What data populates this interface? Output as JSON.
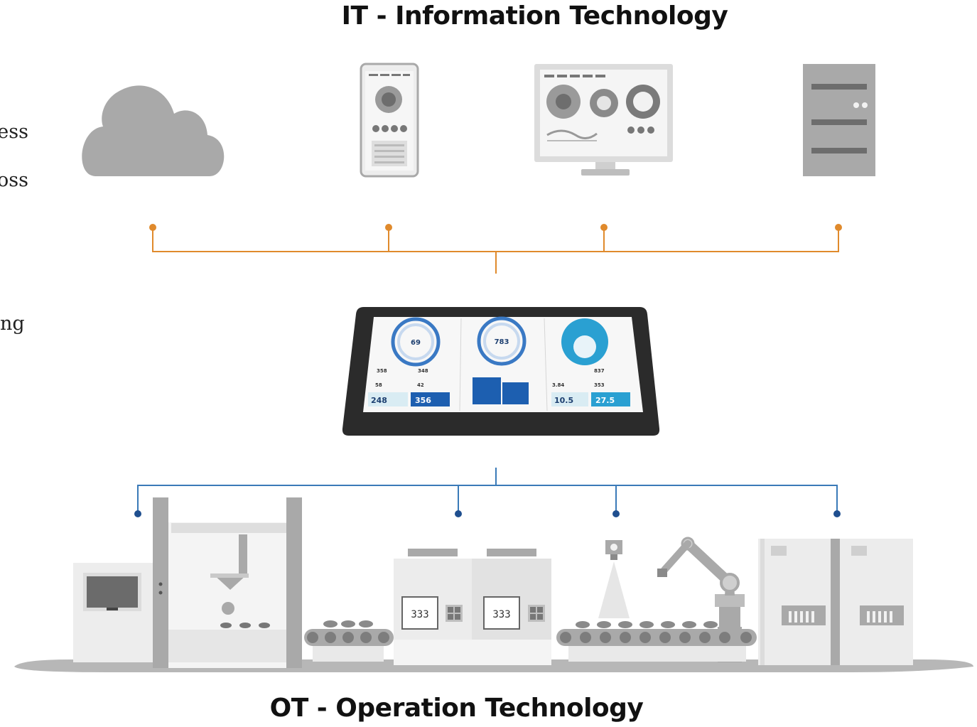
{
  "it_title": "IT - Information Technology",
  "ot_title": "OT - Operation Technology",
  "side_text": [
    "ess",
    "oss",
    "ng"
  ],
  "hmi_panel": {
    "gauge_values": [
      "69",
      "783"
    ],
    "row_values_left": [
      "358",
      "348",
      "58",
      "42"
    ],
    "row_values_right": [
      "837",
      "3.84",
      "353"
    ],
    "tile_values": [
      "248",
      "356",
      "10.5",
      "27.5"
    ]
  },
  "machine_display": [
    "333",
    "333"
  ],
  "colors": {
    "it_bus": "#e08a2c",
    "ot_bus": "#3a7ab8",
    "ot_node": "#1f4f8f",
    "device_gray": "#a7a7a7",
    "machine_light": "#ececec",
    "panel_blue": "#1d5fb0",
    "panel_teal": "#2aa0d2"
  }
}
